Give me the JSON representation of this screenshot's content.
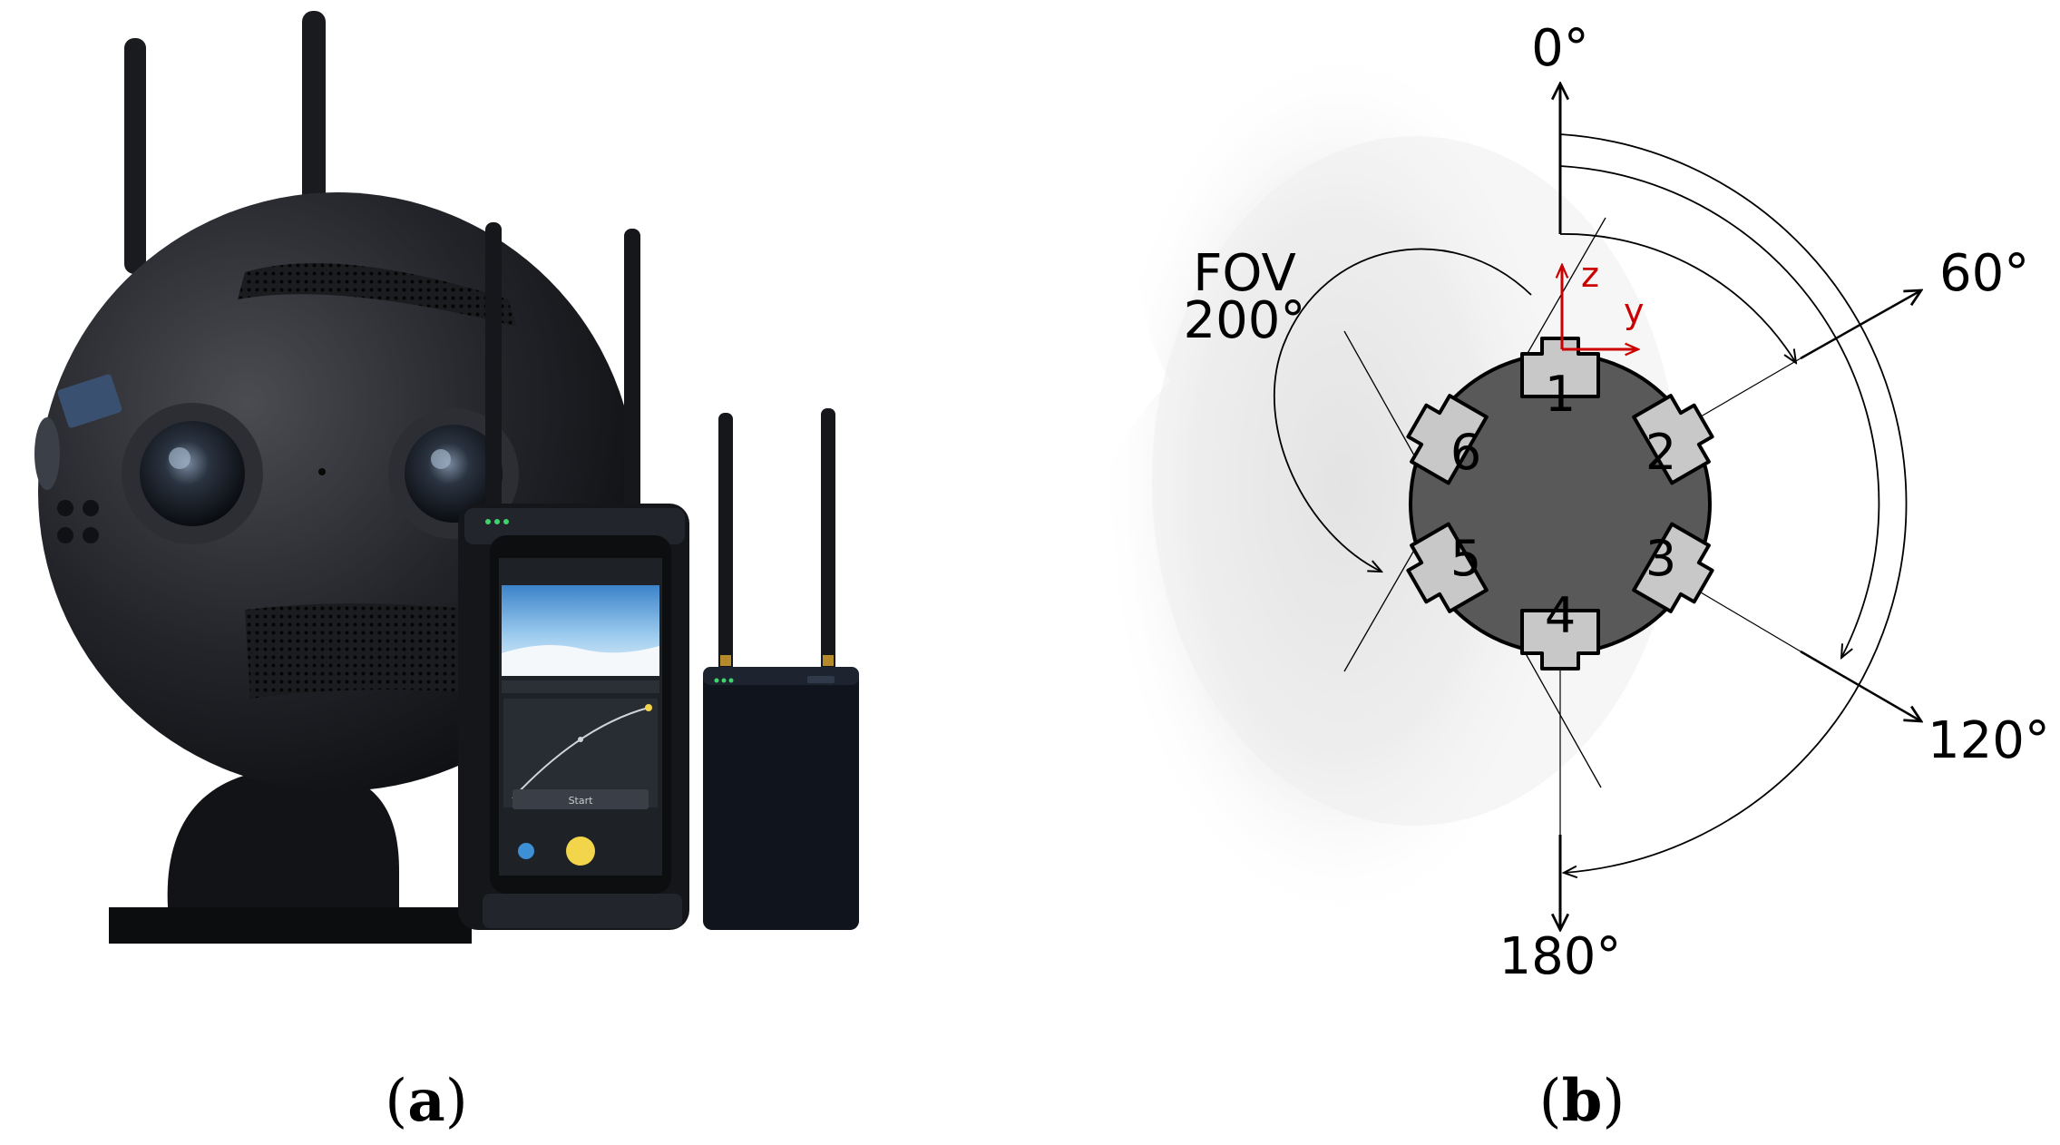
{
  "panel_a": {
    "caption_open": "(",
    "caption_letter": "a",
    "caption_close": ")",
    "phone_screen_button": "Start"
  },
  "panel_b": {
    "caption_open": "(",
    "caption_letter": "b",
    "caption_close": ")",
    "angle_labels": [
      "0°",
      "60°",
      "120°",
      "180°"
    ],
    "fov_label_line1": "FOV",
    "fov_label_line2": "200°",
    "axis_z": "z",
    "axis_y": "y",
    "camera_numbers": [
      "1",
      "2",
      "3",
      "4",
      "5",
      "6"
    ],
    "colors": {
      "body": "#595959",
      "lens_module": "#c8c8c8",
      "axis": "#cc0000",
      "fov_shade": "#d9d9d9"
    }
  }
}
